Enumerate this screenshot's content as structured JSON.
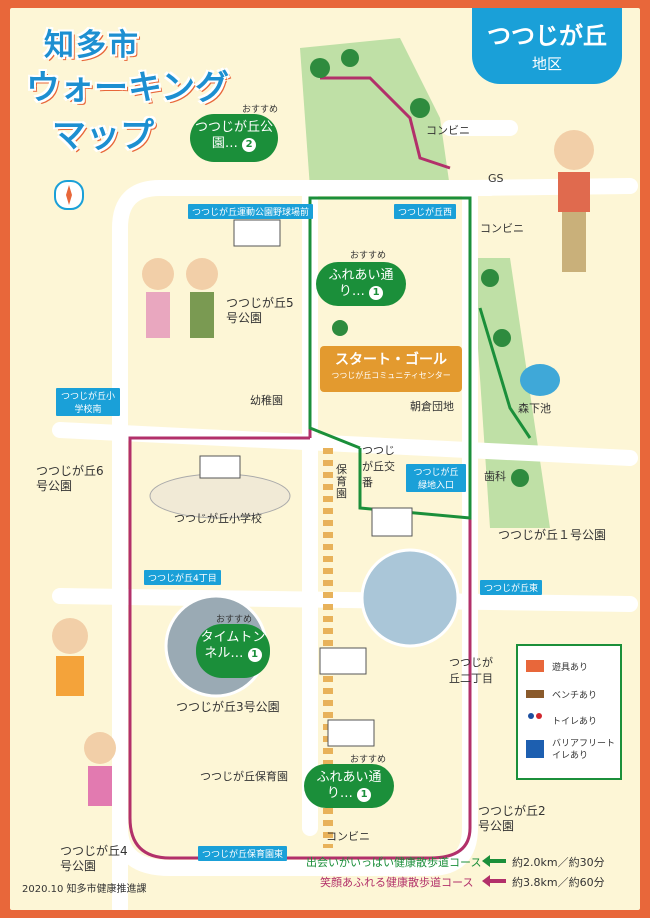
{
  "map": {
    "title_line1": "知多市",
    "title_line2": "ウォーキング",
    "title_line3": "マップ",
    "district_name": "つつじが丘",
    "district_suffix": "地区",
    "roads": {
      "baseball": "つつじが丘運動公園野球場前",
      "west": "つつじが丘西",
      "school_south": "つつじが丘小学校南",
      "green_entrance": "つつじが丘緑地入口",
      "fourth": "つつじが丘4丁目",
      "east": "つつじが丘東",
      "nursery_east": "つつじが丘保育園東"
    },
    "places": {
      "park5": "つつじが丘5号公園",
      "park6": "つつじが丘6号公園",
      "park1": "つつじが丘１号公園",
      "park3": "つつじが丘3号公園",
      "park2": "つつじが丘2号公園",
      "park4": "つつじが丘4号公園",
      "school": "つつじが丘小学校",
      "kindergarten": "幼稚園",
      "nursery_vertical": "保育園",
      "nursery": "つつじが丘保育園",
      "asakura": "朝倉団地",
      "koban": "つつじが丘交番",
      "moriike": "森下池",
      "dentist": "歯科",
      "gs": "GS",
      "convenience1": "コンビニ",
      "convenience2": "コンビニ",
      "convenience3": "コンビニ",
      "nichome": "つつじが丘二丁目"
    },
    "spots": {
      "osusume": "おすすめ",
      "park_spot": "つつじが丘公園…",
      "fureai_top": "ふれあい通り…",
      "tunnel": "タイムトンネル…",
      "fureai_bottom": "ふれあい通り…",
      "num1": "1",
      "num2": "2"
    },
    "start_goal": "スタート・ゴール",
    "community_center": "つつじが丘コミュニティセンター",
    "legend": {
      "play": "遊具あり",
      "bench": "ベンチあり",
      "toilet": "トイレあり",
      "barrier_free": "バリアフリートイレあり"
    },
    "courses": [
      {
        "name": "出会いがいっぱい健康散歩道コース",
        "distance": "約2.0km／約30分",
        "color": "#1b8f3a"
      },
      {
        "name": "笑顔あふれる健康散歩道コース",
        "distance": "約3.8km／約60分",
        "color": "#b2306a"
      }
    ],
    "footer": "2020.10 知多市健康推進課",
    "colors": {
      "accent": "#e8673a",
      "title_blue": "#1aa0d8",
      "green_course": "#1b8f3a",
      "pink_course": "#b2306a",
      "sheet": "#fdf6d6"
    }
  }
}
